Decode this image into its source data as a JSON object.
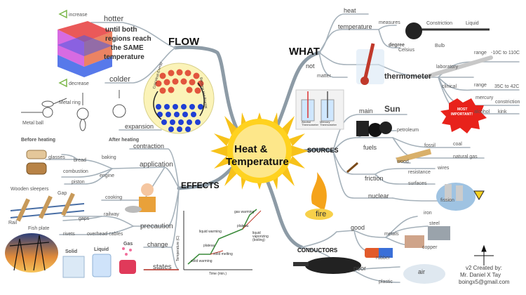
{
  "center": {
    "line1": "Heat &",
    "line2": "Temperature"
  },
  "flow": {
    "title": "FLOW",
    "hotter": "hotter",
    "colder": "colder",
    "increase": "increase",
    "decrease": "decrease",
    "until_text": [
      "until both",
      "regions reach",
      "the SAME",
      "temperature"
    ],
    "cold_label": "Cold Heat Energy",
    "warm_label": "Become Hot Energy",
    "expansion": "expansion"
  },
  "effects": {
    "title": "EFFECTS",
    "contraction": "contraction",
    "application": "application",
    "baking": "baking",
    "bread": "bread",
    "glasses": "glasses",
    "combustion": "combustion",
    "engine": "engine",
    "piston": "piston",
    "cooking": "cooking",
    "precaution": "precaution",
    "railway": "railway",
    "gaps": "gaps",
    "overhead_cables": "overhead cables",
    "rivets": "rivets",
    "change": "change",
    "states": "states",
    "metal_ring": "Metal ring",
    "metal_ball": "Metal ball",
    "before_heating": "Before heating",
    "after_heating": "After heating",
    "wooden_sleepers": "Wooden sleepers",
    "gap": "Gap",
    "rail": "Rail",
    "fish_plate": "Fish plate",
    "solid": "Solid",
    "liquid": "Liquid",
    "gas": "Gas"
  },
  "graph": {
    "ylabel": "Temperature (C)",
    "xlabel": "Time (min.)",
    "labels": [
      "gas warming",
      "liquid warming",
      "plateau",
      "liquid vaporizing (boiling)",
      "plateau",
      "solid melting",
      "solid warming"
    ]
  },
  "what": {
    "title": "WHAT",
    "heat": "heat",
    "temperature": "temperature",
    "not": "not",
    "matter": "matter",
    "measures": "measures",
    "degree": "degree",
    "celsius": "Celsius",
    "constriction": "Constriction",
    "liquid": "Liquid",
    "bulb": "Bulb",
    "thermometer": "thermometer",
    "laboratory": "laboratory",
    "clinical": "clinical",
    "range1": "range",
    "range1_val": "-10C to 110C",
    "range2": "range",
    "range2_val": "35C to 42C",
    "mercury": "mercury",
    "constriction2": "constriction",
    "alcohol": "alcohol",
    "kink": "kink"
  },
  "sources": {
    "title": "SOURCES",
    "main": "main",
    "sun": "Sun",
    "most_important": [
      "MOST",
      "IMPORTANT!"
    ],
    "fuels": "fuels",
    "petroleum": "petroleum",
    "fossil": "fossil",
    "coal": "coal",
    "wood": "wood",
    "natural_gas": "natural gas",
    "friction": "friction",
    "resistance": "resistance",
    "wires": "wires",
    "surfaces": "surfaces",
    "nuclear": "nuclear",
    "fission": "fission",
    "fire": "fire",
    "alcohol_thermo": "Alcohol Thermometer",
    "mercury_thermo": "Mercury Thermometer"
  },
  "conductors": {
    "title": "CONDUCTORS",
    "good": "good",
    "metals": "metals",
    "iron": "iron",
    "steel": "steel",
    "copper": "copper",
    "rubber": "rubber",
    "poor": "poor",
    "air": "air",
    "plastic": "plastic"
  },
  "credit": {
    "line1": "v2 Created by:",
    "line2": "Mr. Daniel X Tay",
    "line3": "boingx5@gmail.com"
  },
  "colors": {
    "branch": "#8fa0ad",
    "flow_branch": "#7b8a96",
    "sun": "#f7c21a",
    "hot": "#e8403a",
    "cold": "#1f3fd4",
    "badge": "#e8221b"
  }
}
